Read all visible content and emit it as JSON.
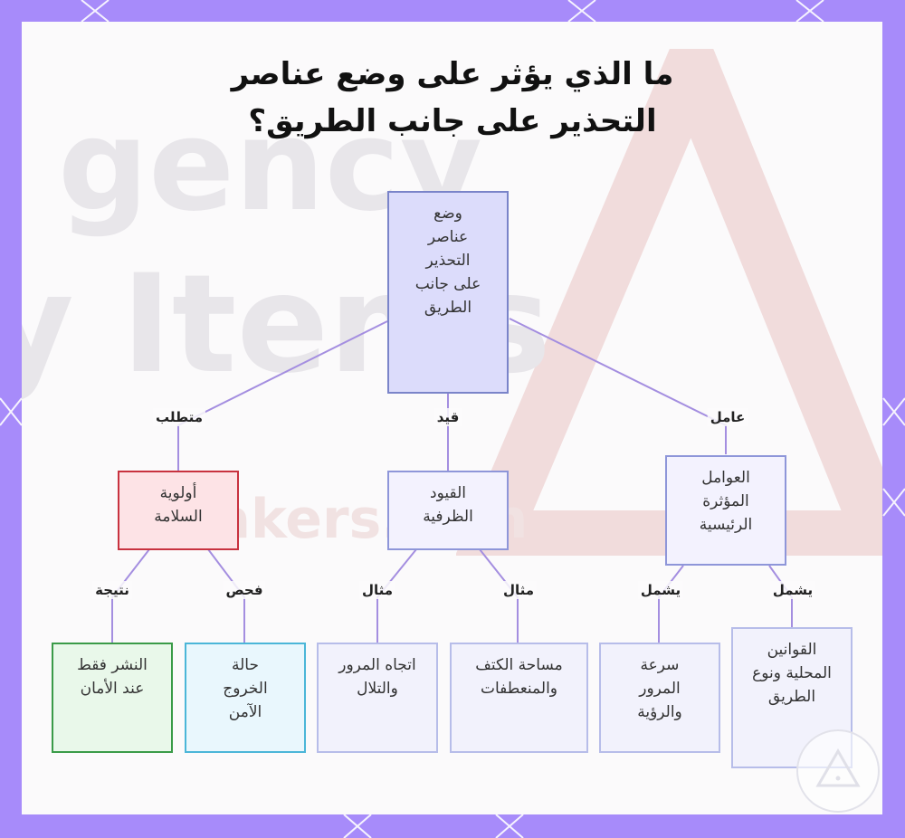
{
  "title": "ما الذي يؤثر على وضع عناصر التحذير على جانب الطريق؟",
  "background_text": {
    "line1": "gency",
    "line2": "y Items",
    "line3": "makers.com"
  },
  "nodes": {
    "root": "وضع عناصر التحذير على جانب الطريق",
    "factors": "العوامل المؤثرة الرئيسية",
    "constraints": "القيود الظرفية",
    "safety": "أولوية السلامة",
    "local_laws": "القوانين المحلية ونوع الطريق",
    "speed": "سرعة المرور والرؤية",
    "shoulder": "مساحة الكتف والمنعطفات",
    "direction": "اتجاه المرور والتلال",
    "safe_exit": "حالة الخروج الآمن",
    "deploy": "النشر فقط عند الأمان"
  },
  "edge_labels": {
    "root_factors": "عامل",
    "root_constraints": "قيد",
    "root_safety": "متطلب",
    "factors_local": "يشمل",
    "factors_speed": "يشمل",
    "constraints_shoulder": "مثال",
    "constraints_direction": "مثال",
    "safety_exit": "فحص",
    "safety_deploy": "نتيجة"
  },
  "colors": {
    "frame": "#a78bfa",
    "edge": "#a48ee0",
    "root_fill": "#dcdcfb",
    "safety_border": "#c8323f",
    "exit_border": "#4bb6d8",
    "deploy_border": "#3a9b48"
  }
}
